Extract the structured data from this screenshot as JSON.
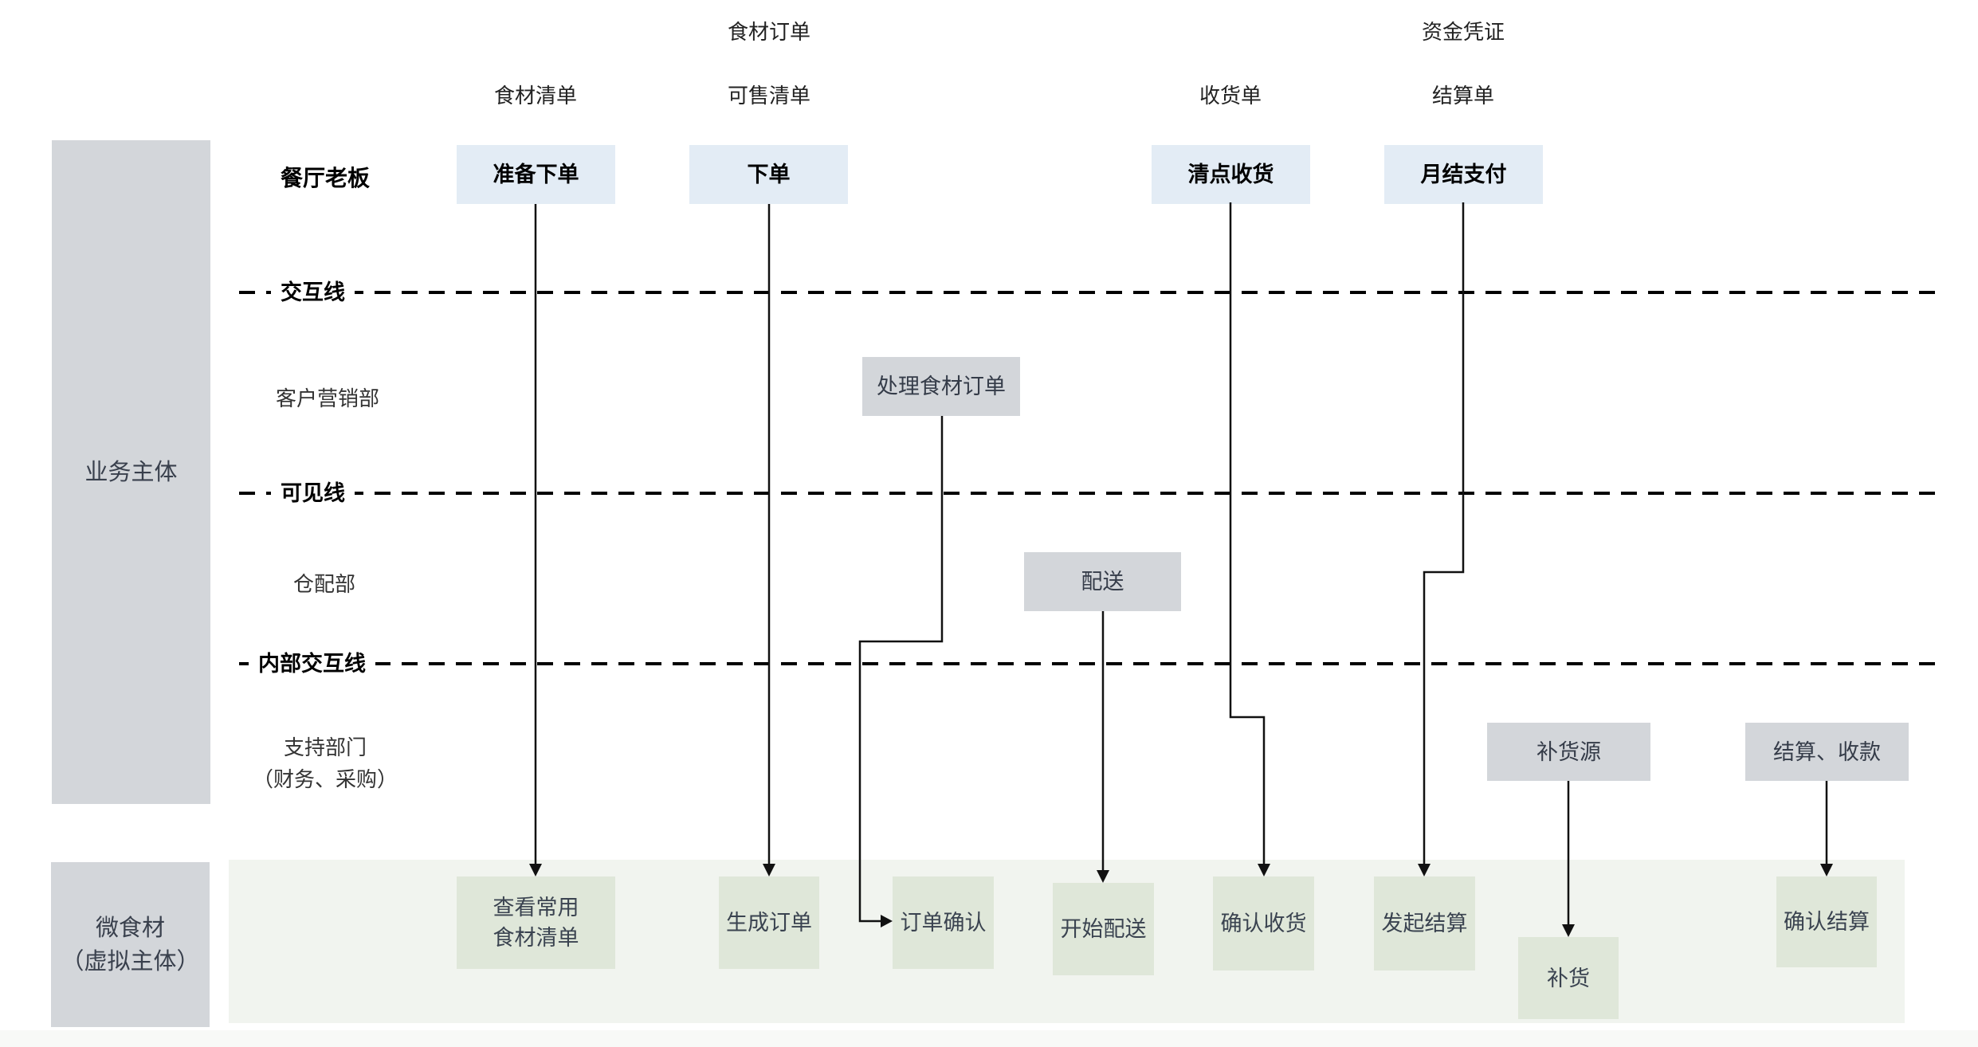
{
  "artifact_labels": {
    "ingredient_order": "食材订单",
    "fund_voucher": "资金凭证",
    "ingredient_list": "食材清单",
    "sellable_list": "可售清单",
    "receipt_note": "收货单",
    "settlement_note": "结算单"
  },
  "swimlanes": {
    "restaurant_owner": "餐厅老板",
    "customer_marketing": "客户营销部",
    "warehouse_delivery": "仓配部",
    "support_dept_line1": "支持部门",
    "support_dept_line2": "（财务、采购）"
  },
  "separator_lines": {
    "interaction": "交互线",
    "visibility": "可见线",
    "internal_interaction": "内部交互线"
  },
  "sidebar": {
    "business_entity": "业务主体",
    "virtual_entity_line1": "微食材",
    "virtual_entity_line2": "（虚拟主体）"
  },
  "owner_actions": {
    "prepare_order": "准备下单",
    "place_order": "下单",
    "check_receive": "清点收货",
    "monthly_pay": "月结支付"
  },
  "department_actions": {
    "process_order": "处理食材订单",
    "delivery": "配送",
    "restock_source": "补货源",
    "settle_collect": "结算、收款"
  },
  "platform_actions": {
    "view_list_line1": "查看常用",
    "view_list_line2": "食材清单",
    "generate_order": "生成订单",
    "confirm_order": "订单确认",
    "start_delivery": "开始配送",
    "confirm_receipt": "确认收货",
    "initiate_settlement": "发起结算",
    "restock": "补货",
    "confirm_settlement": "确认结算"
  },
  "colors": {
    "owner_box": "#e3ecf5",
    "department_box": "#d3d6da",
    "platform_box": "#dfe7d9",
    "platform_band": "#f1f4ef",
    "sidebar_box": "#d3d6da",
    "connector": "#111111"
  }
}
